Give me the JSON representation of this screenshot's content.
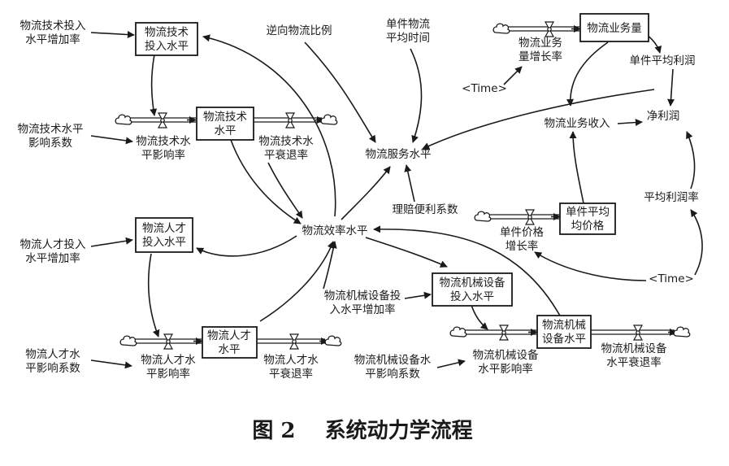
{
  "nodes": {
    "tech_invest_rate": [
      "物流技术投入",
      "水平增加率"
    ],
    "tech_invest": [
      "物流技术",
      "投入水平"
    ],
    "reverse_ratio": [
      "逆向物流比例"
    ],
    "unit_time": [
      "单件物流",
      "平均时间"
    ],
    "business_volume": [
      "物流业务量"
    ],
    "business_growth": [
      "物流业务",
      "量增长率"
    ],
    "unit_profit": [
      "单件平均利润"
    ],
    "time1": [
      "<Time>"
    ],
    "tech_factor": [
      "物流技术水平",
      "影响系数"
    ],
    "tech_effect": [
      "物流技术水",
      "平影响率"
    ],
    "tech_level": [
      "物流技术",
      "水平"
    ],
    "tech_decay": [
      "物流技术水",
      "平衰退率"
    ],
    "service_level": [
      "物流服务水平"
    ],
    "business_revenue": [
      "物流业务收入"
    ],
    "net_profit": [
      "净利润"
    ],
    "claim_convenience": [
      "理赔便利系数"
    ],
    "unit_price": [
      "单件平均",
      "均价格"
    ],
    "avg_profit_rate": [
      "平均利润率"
    ],
    "price_growth": [
      "单件价格",
      "增长率"
    ],
    "talent_invest": [
      "物流人才",
      "投入水平"
    ],
    "talent_invest_rate": [
      "物流人才投入",
      "水平增加率"
    ],
    "efficiency": [
      "物流效率水平"
    ],
    "time2": [
      "<Time>"
    ],
    "mech_invest": [
      "物流机械设备",
      "投入水平"
    ],
    "mech_invest_rate": [
      "物流机械设备投",
      "入水平增加率"
    ],
    "talent_level": [
      "物流人才",
      "水平"
    ],
    "mech_level": [
      "物流机械",
      "设备水平"
    ],
    "talent_factor": [
      "物流人才水",
      "平影响系数"
    ],
    "talent_effect": [
      "物流人才水",
      "平影响率"
    ],
    "talent_decay": [
      "物流人才水",
      "平衰退率"
    ],
    "mech_factor": [
      "物流机械设备水",
      "平影响系数"
    ],
    "mech_effect": [
      "物流机械设备",
      "水平影响率"
    ],
    "mech_decay": [
      "物流机械设备",
      "水平衰退率"
    ]
  },
  "caption": "图 2    系统动力学流程"
}
